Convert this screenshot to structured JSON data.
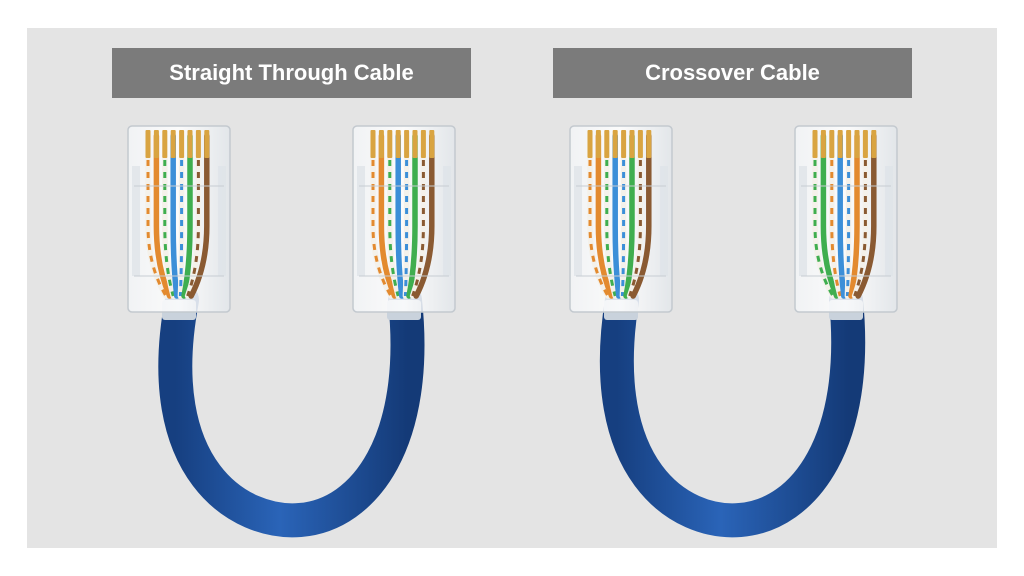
{
  "panels": [
    {
      "title": "Straight Through Cable",
      "left_plug_order": [
        "orange-stripe",
        "orange",
        "green-stripe",
        "blue",
        "blue-stripe",
        "green",
        "brown-stripe",
        "brown"
      ],
      "right_plug_order": [
        "orange-stripe",
        "orange",
        "green-stripe",
        "blue",
        "blue-stripe",
        "green",
        "brown-stripe",
        "brown"
      ]
    },
    {
      "title": "Crossover Cable",
      "left_plug_order": [
        "orange-stripe",
        "orange",
        "green-stripe",
        "blue",
        "blue-stripe",
        "green",
        "brown-stripe",
        "brown"
      ],
      "right_plug_order": [
        "green-stripe",
        "green",
        "orange-stripe",
        "blue",
        "blue-stripe",
        "orange",
        "brown-stripe",
        "brown"
      ]
    }
  ],
  "colors": {
    "background": "#e4e4e4",
    "title_bar": "#7b7b7b",
    "title_text": "#ffffff",
    "cable": "#1d4f9c",
    "orange": "#e38a2f",
    "green": "#3fae4f",
    "blue": "#3c8fd8",
    "brown": "#8a5a32",
    "white": "#f4f1ea",
    "gold": "#d9a441"
  }
}
